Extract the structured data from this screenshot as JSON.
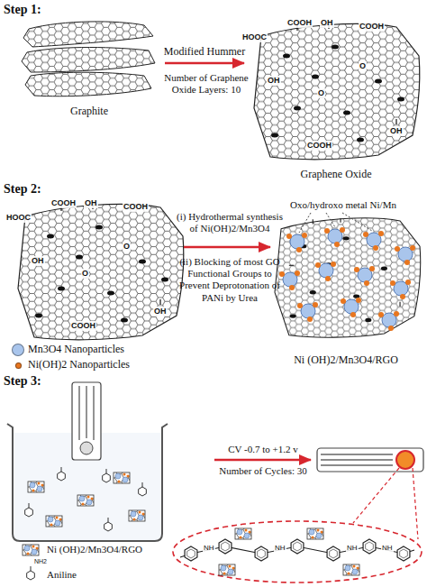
{
  "diagram": {
    "nodes": [
      {
        "text": [
          "Graphite"
        ]
      },
      {
        "text": [
          "Graphene Oxide"
        ]
      },
      {
        "text": [
          "Ni (OH)2/Mn3O4/RGO"
        ]
      }
    ],
    "edges": [
      {
        "from": 0,
        "to": 1,
        "label": "Modified Hummer",
        "arrow": "to"
      }
    ],
    "labels": [
      "Step 1:",
      "Number of Graphene Oxide Layers: 10",
      "HOOC",
      "COOH",
      "OH",
      "COOH",
      "OH",
      "O",
      "COOH",
      "OH",
      "O",
      "Step 2:",
      "HOOC",
      "COOH",
      "OH",
      "COOH",
      "OH",
      "O",
      "COOH",
      "OH",
      "O",
      "(i) Hydrothermal synthesis of Ni(OH)2/Mn3O4",
      "(ii) Blocking of most GO Functional Groups to Prevent Deprotonation of PANi by Urea",
      "Oxo/hydroxo metal Ni/Mn",
      "Step 3:",
      "CV -0.7 to +1.2 v",
      "Number of Cycles: 30",
      "NH2",
      "NH",
      "NH",
      "NH",
      "NH"
    ],
    "legend": [
      {
        "text": "Mn3O4 Nanoparticles",
        "color": "#a9c5ec"
      },
      {
        "text": "Ni(OH)2 Nanoparticles",
        "color": "#e8761f"
      },
      {
        "text": "Ni (OH)2/Mn3O4/RGO"
      },
      {
        "text": "Aniline"
      }
    ]
  }
}
